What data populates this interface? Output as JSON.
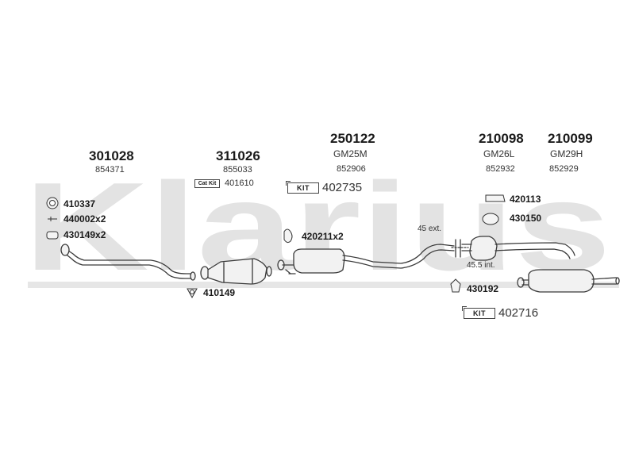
{
  "watermark": {
    "text": "Klarius",
    "color": "#e3e3e3"
  },
  "sections": [
    {
      "part_no": "301028",
      "ref": "854371"
    },
    {
      "part_no": "311026",
      "ref": "855033"
    },
    {
      "part_no": "250122",
      "ref": "GM25M",
      "ref2": "852906"
    },
    {
      "part_no": "210098",
      "ref": "GM26L",
      "ref2": "852932"
    },
    {
      "part_no": "210099",
      "ref": "GM29H",
      "ref2": "852929"
    }
  ],
  "cat_kit": {
    "badge": "Cat Kit",
    "code": "401610"
  },
  "kits": [
    {
      "badge": "KIT",
      "code": "402735"
    },
    {
      "badge": "KIT",
      "code": "402716"
    }
  ],
  "accessories": {
    "a1": "410337",
    "a2": "440002x2",
    "a3": "430149x2",
    "a4": "410149",
    "a5": "420211x2",
    "a6": "420113",
    "a7": "430150",
    "a8": "430192"
  },
  "notes": {
    "ext": "45 ext.",
    "int": "45.5 int."
  },
  "colors": {
    "line": "#3a3a3a",
    "part_fill": "#f2f2f2",
    "watermark": "#e3e3e3",
    "band": "#e6e6e6"
  }
}
